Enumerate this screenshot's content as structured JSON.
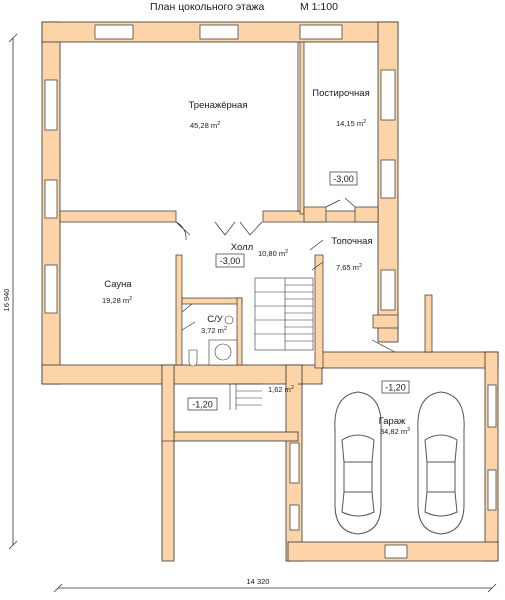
{
  "title": "План цокольного этажа",
  "scale": "М 1:100",
  "rooms": [
    {
      "id": "trenazhernaya",
      "name": "Тренажёрная",
      "area": "45,28 m",
      "sup": "2"
    },
    {
      "id": "postirochnaya",
      "name": "Постирочная",
      "area": "14,15 m",
      "sup": "2"
    },
    {
      "id": "holl",
      "name": "Холл",
      "area": "10,80 m",
      "sup": "2"
    },
    {
      "id": "topochnaya",
      "name": "Топочная",
      "area": "7,65 m",
      "sup": "2"
    },
    {
      "id": "sauna",
      "name": "Сауна",
      "area": "19,28 m",
      "sup": "2"
    },
    {
      "id": "su",
      "name": "С/У",
      "area": "3,72 m",
      "sup": "2"
    },
    {
      "id": "garazh",
      "name": "Гараж",
      "area": "34,82 m",
      "sup": "2"
    },
    {
      "id": "corridor",
      "name": "",
      "area": "1,62 m",
      "sup": "2"
    }
  ],
  "levels": [
    {
      "id": "postirochnaya",
      "value": "-3,00"
    },
    {
      "id": "holl",
      "value": "-3,00"
    },
    {
      "id": "garazh",
      "value": "-1,20"
    },
    {
      "id": "corridor",
      "value": "-1,20"
    }
  ],
  "dimensions": {
    "width": "14 320",
    "height": "16 940"
  },
  "colors": {
    "wall": "#fcd4a8",
    "outline": "#333333",
    "glass": "#ffffff",
    "car": "#555555"
  }
}
